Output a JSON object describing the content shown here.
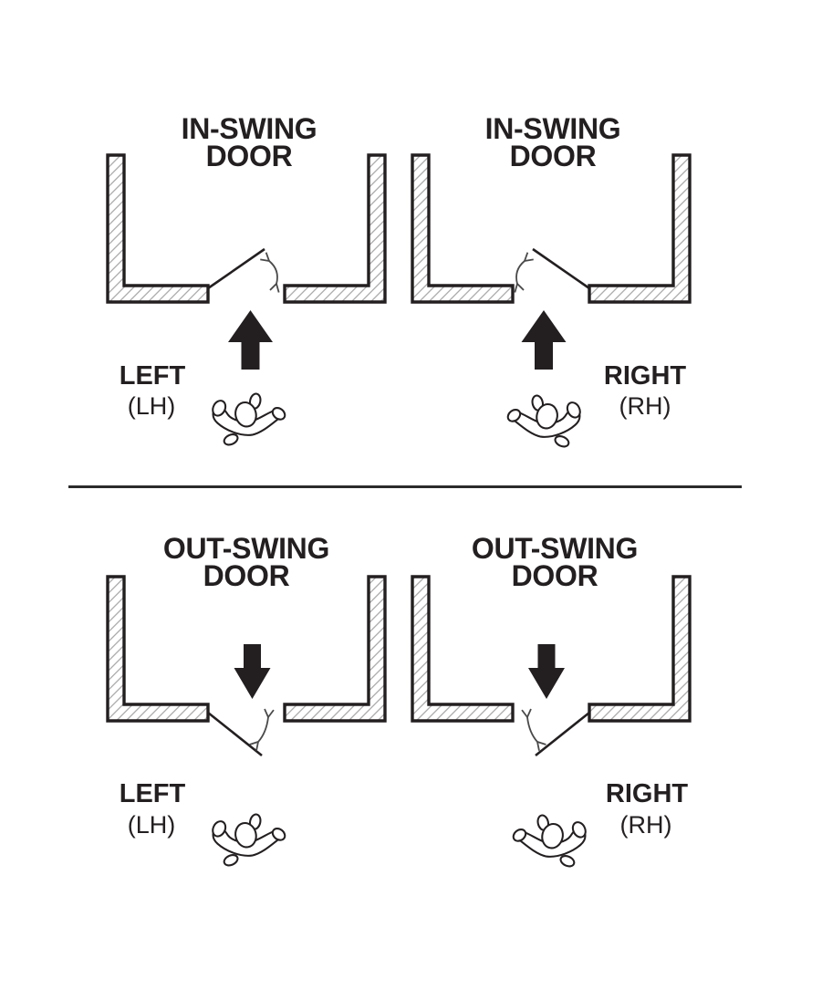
{
  "page": {
    "background": "#ffffff",
    "ink_color": "#231f20",
    "hatch_color": "#9c9c9c",
    "arc_color": "#4a4a4a",
    "divider_color": "#2b2b2b"
  },
  "quadrants": [
    {
      "position": "top-left",
      "title_line1": "IN-SWING",
      "title_line2": "DOOR",
      "hand_label": "LEFT",
      "hand_abbr": "(LH)",
      "swing": "in-swing",
      "hand": "left-hand",
      "arrow_direction": "up"
    },
    {
      "position": "top-right",
      "title_line1": "IN-SWING",
      "title_line2": "DOOR",
      "hand_label": "RIGHT",
      "hand_abbr": "(RH)",
      "swing": "in-swing",
      "hand": "right-hand",
      "arrow_direction": "up"
    },
    {
      "position": "bottom-left",
      "title_line1": "OUT-SWING",
      "title_line2": "DOOR",
      "hand_label": "LEFT",
      "hand_abbr": "(LH)",
      "swing": "out-swing",
      "hand": "left-hand",
      "arrow_direction": "down"
    },
    {
      "position": "bottom-right",
      "title_line1": "OUT-SWING",
      "title_line2": "DOOR",
      "hand_label": "RIGHT",
      "hand_abbr": "(RH)",
      "swing": "out-swing",
      "hand": "right-hand",
      "arrow_direction": "down"
    }
  ]
}
